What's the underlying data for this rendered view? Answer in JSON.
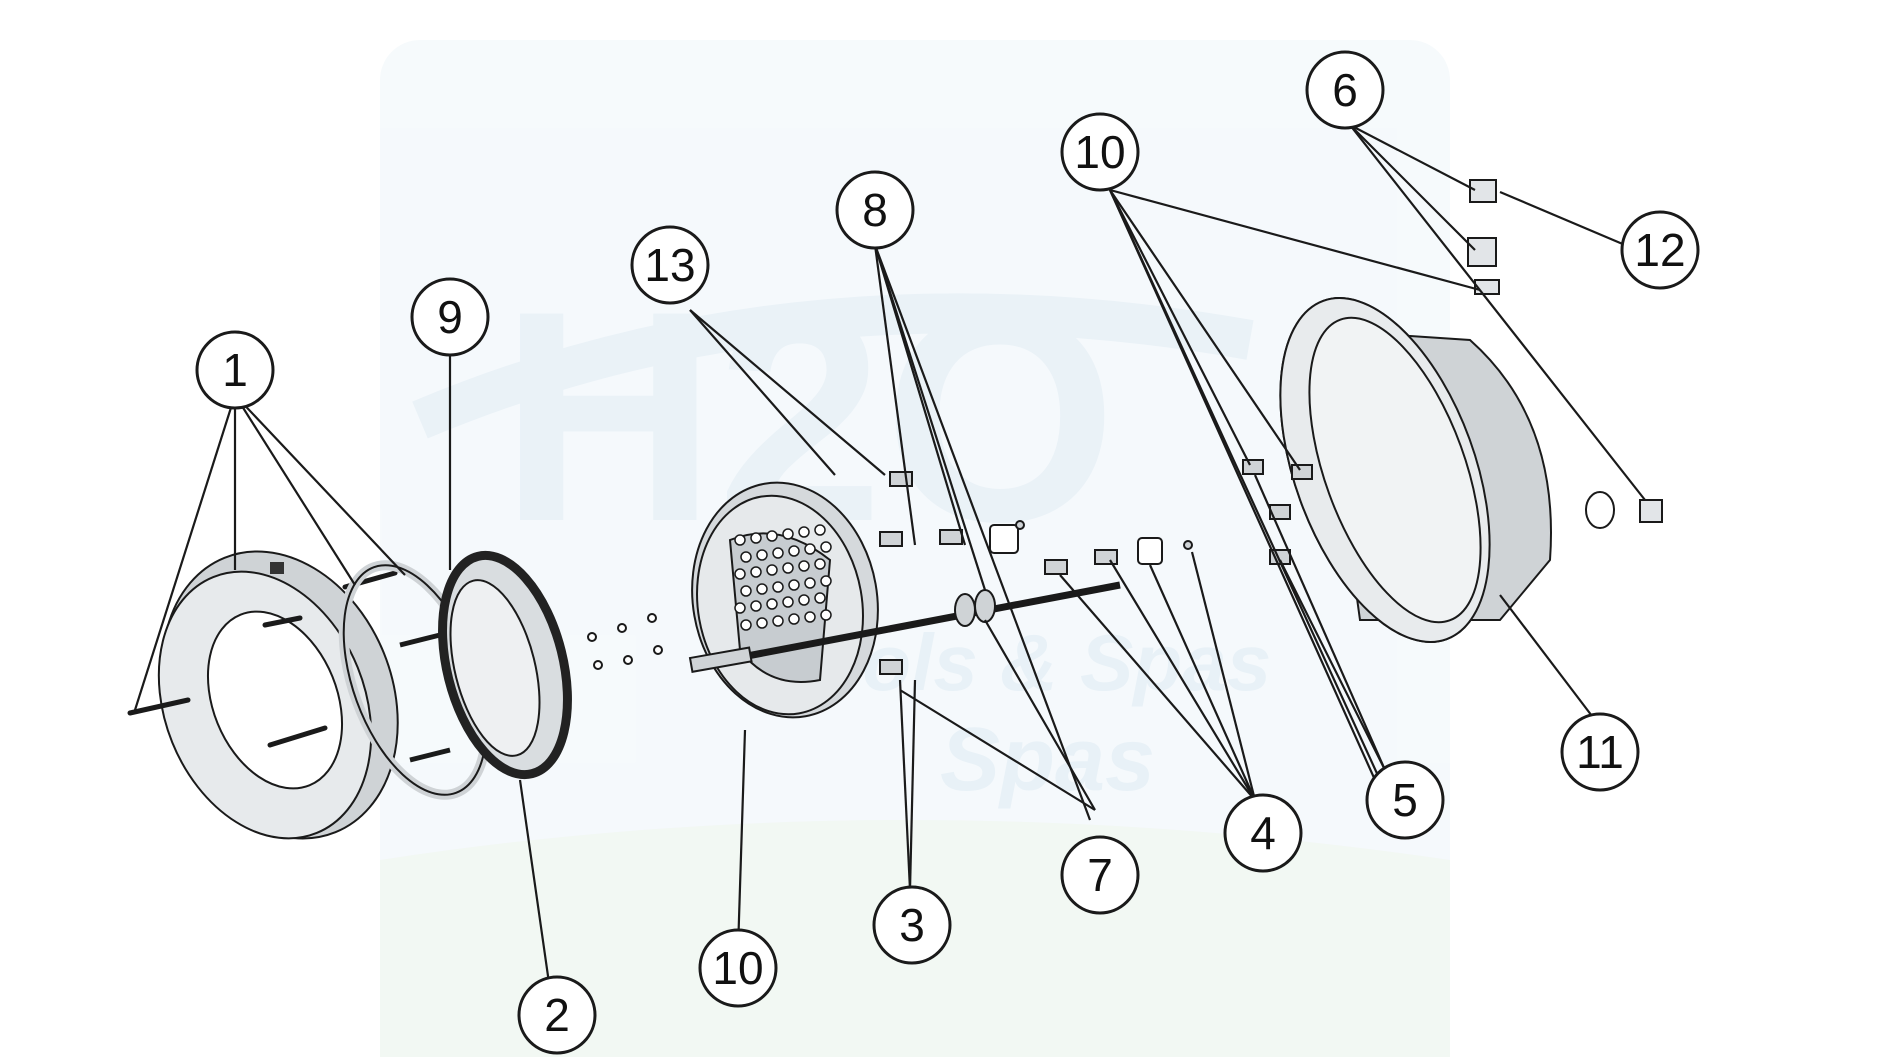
{
  "colors": {
    "line": "#1a1a1a",
    "part_fill": "#e9ecee",
    "part_shade": "#b7bcc0",
    "watermark_blue": "#d9e8f2",
    "watermark_green": "#dfeee3"
  },
  "watermark": {
    "logo_text": "H2O",
    "text_line1": "Pools & Spas",
    "text_line2": "Spas"
  },
  "callouts": [
    {
      "id": "1a",
      "label": "1"
    },
    {
      "id": "9",
      "label": "9"
    },
    {
      "id": "13",
      "label": "13"
    },
    {
      "id": "8",
      "label": "8"
    },
    {
      "id": "10a",
      "label": "10"
    },
    {
      "id": "6",
      "label": "6"
    },
    {
      "id": "12",
      "label": "12"
    },
    {
      "id": "2",
      "label": "2"
    },
    {
      "id": "10b",
      "label": "10"
    },
    {
      "id": "3",
      "label": "3"
    },
    {
      "id": "7",
      "label": "7"
    },
    {
      "id": "4",
      "label": "4"
    },
    {
      "id": "5",
      "label": "5"
    },
    {
      "id": "11",
      "label": "11"
    }
  ]
}
